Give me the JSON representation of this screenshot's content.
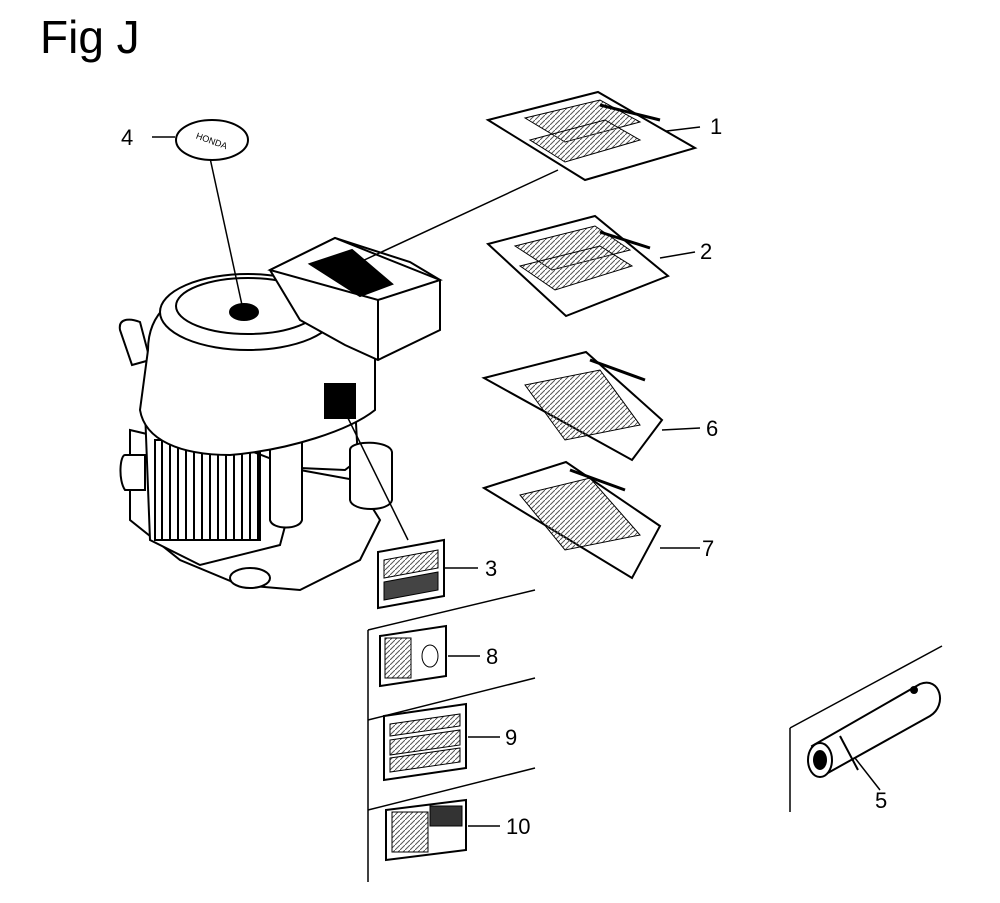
{
  "figure": {
    "title": "Fig J"
  },
  "callouts": [
    {
      "number": "1",
      "part": "label-1"
    },
    {
      "number": "2",
      "part": "label-2"
    },
    {
      "number": "3",
      "part": "label-3"
    },
    {
      "number": "4",
      "part": "emblem"
    },
    {
      "number": "5",
      "part": "tool"
    },
    {
      "number": "6",
      "part": "label-6"
    },
    {
      "number": "7",
      "part": "label-7"
    },
    {
      "number": "8",
      "part": "label-8"
    },
    {
      "number": "9",
      "part": "label-9"
    },
    {
      "number": "10",
      "part": "label-10"
    }
  ],
  "emblem_text": "HONDA",
  "colors": {
    "ink": "#000000",
    "paper": "#ffffff",
    "hatch": "#7a7a7a"
  }
}
